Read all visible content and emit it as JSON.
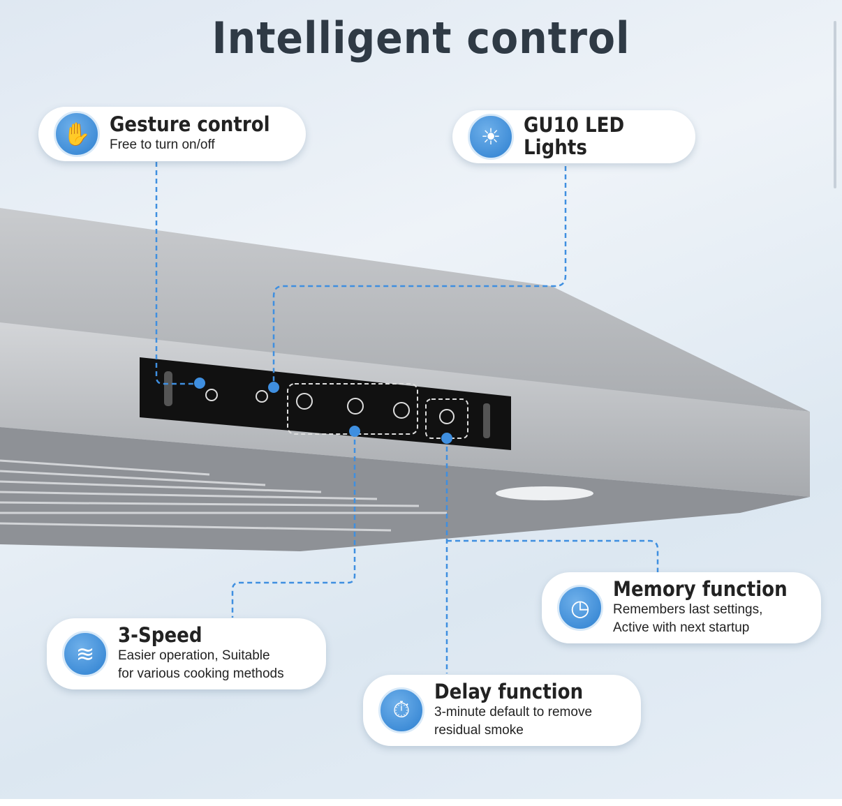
{
  "title": "Intelligent control",
  "callouts": {
    "gesture": {
      "heading": "Gesture control",
      "text": "Free to turn on/off",
      "icon": "hand-wave-icon"
    },
    "lights": {
      "heading": "GU10 LED Lights",
      "icon": "light-bulb-icon"
    },
    "speed": {
      "heading": "3-Speed",
      "line1": "Easier operation,  Suitable",
      "line2": "for various cooking methods",
      "icon": "wind-icon"
    },
    "memory": {
      "heading": "Memory function",
      "line1": "Remembers last settings,",
      "line2": "Active with next startup",
      "icon": "clock-icon"
    },
    "delay": {
      "heading": "Delay function",
      "line1": "3-minute default to remove",
      "line2": "residual smoke",
      "icon": "timer-icon"
    }
  },
  "colors": {
    "accent": "#3f8fe0",
    "panel": "#111111",
    "steel": "#b9bcc0"
  }
}
